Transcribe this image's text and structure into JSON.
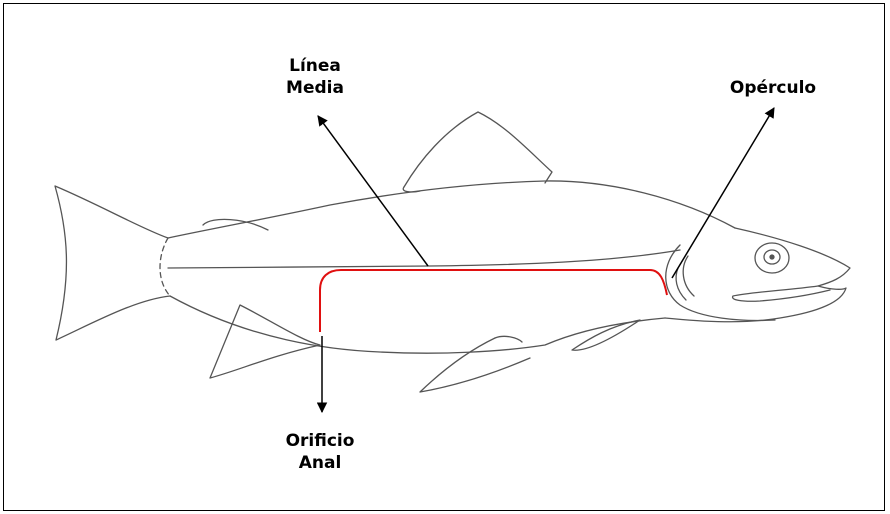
{
  "diagram": {
    "labels": {
      "linea_media": [
        "Línea",
        "Media"
      ],
      "operculo": [
        "Opérculo"
      ],
      "orificio_anal": [
        "Orificio",
        "Anal"
      ]
    },
    "colors": {
      "outline": "#555555",
      "highlight": "#e01010",
      "arrow": "#000000"
    }
  }
}
